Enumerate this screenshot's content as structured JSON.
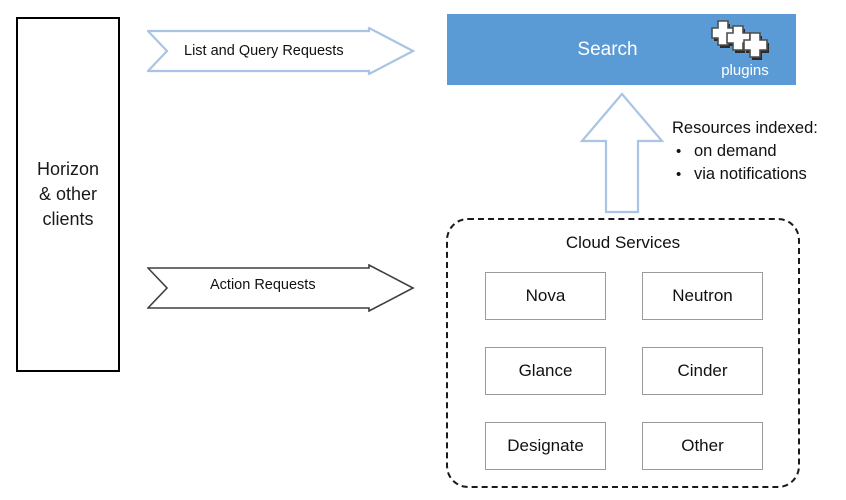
{
  "diagram": {
    "clients": {
      "label": "Horizon\n& other\nclients"
    },
    "arrows": {
      "list_query": {
        "label": "List and Query Requests",
        "color": "#a9c4e4",
        "direction": "right"
      },
      "action": {
        "label": "Action Requests",
        "color": "#3f3f3f",
        "direction": "right"
      },
      "indexing": {
        "label": "",
        "color": "#a9c4e4",
        "direction": "up"
      }
    },
    "search": {
      "title": "Search",
      "background": "#5b9bd5",
      "plugins_label": "plugins",
      "plugins_icon": "plugins-icon"
    },
    "resources": {
      "heading": "Resources indexed:",
      "items": [
        "on demand",
        "via notifications"
      ]
    },
    "cloud_services": {
      "title": "Cloud Services",
      "services": [
        "Nova",
        "Neutron",
        "Glance",
        "Cinder",
        "Designate",
        "Other"
      ]
    }
  }
}
